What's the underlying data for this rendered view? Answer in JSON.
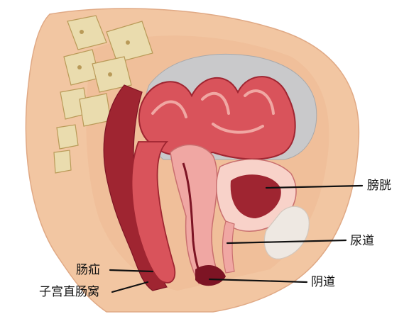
{
  "labels": {
    "bladder": "膀胱",
    "urethra": "尿道",
    "vagina": "阴道",
    "rectocele": "肠疝",
    "pouch": "子宫直肠窝"
  },
  "colors": {
    "skin": "#f2c6a2",
    "skin_shadow": "#e8b48c",
    "bone": "#eadcae",
    "bone_dark": "#b99a58",
    "cavity_gray": "#c9c9cb",
    "intestine": "#d9535b",
    "intestine_dark": "#9f2531",
    "tissue_pink": "#f0a7a3",
    "tissue_light": "#f8d2c9",
    "lumen_dark": "#7d1424",
    "leader_line": "#111111"
  }
}
